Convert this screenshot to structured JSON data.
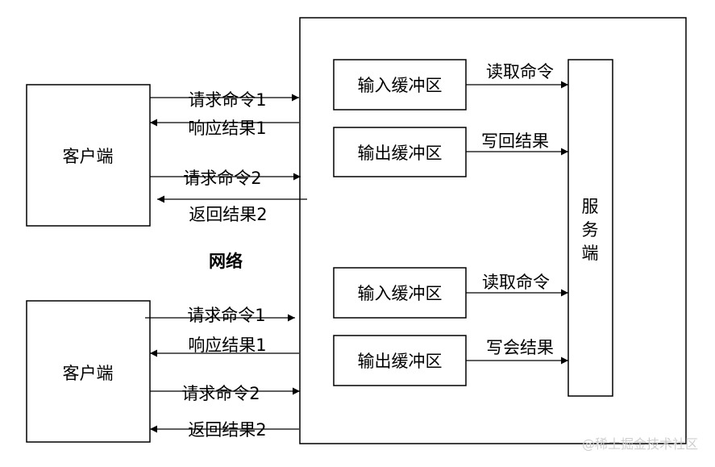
{
  "clients": [
    {
      "label": "客户端",
      "messages": [
        {
          "label": "请求命令1",
          "direction": "to-server"
        },
        {
          "label": "响应结果1",
          "direction": "to-client"
        },
        {
          "label": "请求命令2",
          "direction": "to-server"
        },
        {
          "label": "返回结果2",
          "direction": "to-client"
        }
      ]
    },
    {
      "label": "客户端",
      "messages": [
        {
          "label": "请求命令1",
          "direction": "to-server"
        },
        {
          "label": "响应结果1",
          "direction": "to-client"
        },
        {
          "label": "请求命令2",
          "direction": "to-server"
        },
        {
          "label": "返回结果2",
          "direction": "to-client"
        }
      ]
    }
  ],
  "network_label": "网络",
  "buffers": [
    {
      "label": "输入缓冲区",
      "action": "读取命令"
    },
    {
      "label": "输出缓冲区",
      "action": "写回结果"
    },
    {
      "label": "输入缓冲区",
      "action": "读取命令"
    },
    {
      "label": "输出缓冲区",
      "action": "写会结果"
    }
  ],
  "server_label": [
    "服",
    "务",
    "端"
  ],
  "watermark": "@稀土掘金技术社区"
}
